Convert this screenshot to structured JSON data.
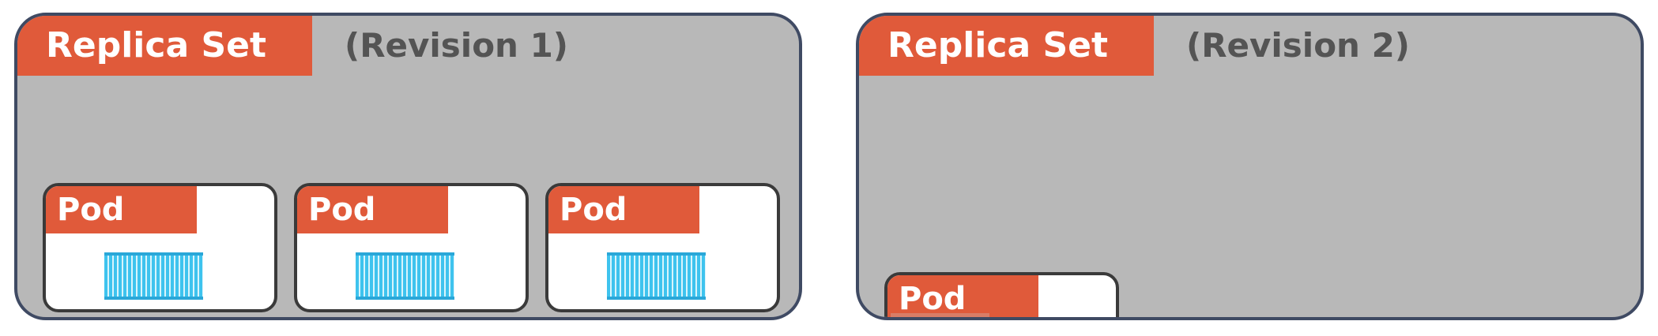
{
  "diagram": {
    "replica_sets": [
      {
        "label": "Replica Set",
        "revision": "(Revision 1)"
      },
      {
        "label": "Replica Set",
        "revision": "(Revision 2)"
      }
    ],
    "pods": [
      {
        "label": "Pod"
      },
      {
        "label": "Pod"
      },
      {
        "label": "Pod"
      },
      {
        "label": "Pod"
      }
    ],
    "colors": {
      "replica_set_fill": "#b8b8b8",
      "border": "#3f4a63",
      "label_fill": "#e05a3a",
      "label_text": "#ffffff",
      "revision_text": "#545454",
      "pod_fill": "#ffffff",
      "container": "#3ec3ee"
    },
    "icons": [
      "container-icon"
    ]
  }
}
